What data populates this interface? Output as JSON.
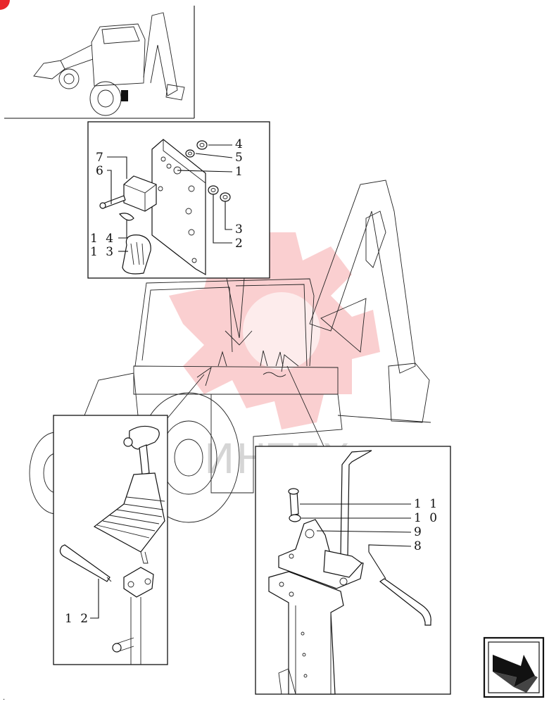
{
  "watermark": {
    "text": "ИНТЕХ",
    "color": "#e8262b"
  },
  "callouts": [
    {
      "id": "c4",
      "text": "4"
    },
    {
      "id": "c5",
      "text": "5"
    },
    {
      "id": "c1",
      "text": "1"
    },
    {
      "id": "c7",
      "text": "7"
    },
    {
      "id": "c6",
      "text": "6"
    },
    {
      "id": "c3",
      "text": "3"
    },
    {
      "id": "c2",
      "text": "2"
    },
    {
      "id": "c14",
      "text": "1 4"
    },
    {
      "id": "c13",
      "text": "1 3"
    },
    {
      "id": "c12",
      "text": "1 2"
    },
    {
      "id": "c11",
      "text": "1 1"
    },
    {
      "id": "c10",
      "text": "1 0"
    },
    {
      "id": "c9",
      "text": "9"
    },
    {
      "id": "c8",
      "text": "8"
    }
  ],
  "icons": {
    "nav": "next-page-arrow-icon",
    "badge": "red-corner-badge"
  }
}
